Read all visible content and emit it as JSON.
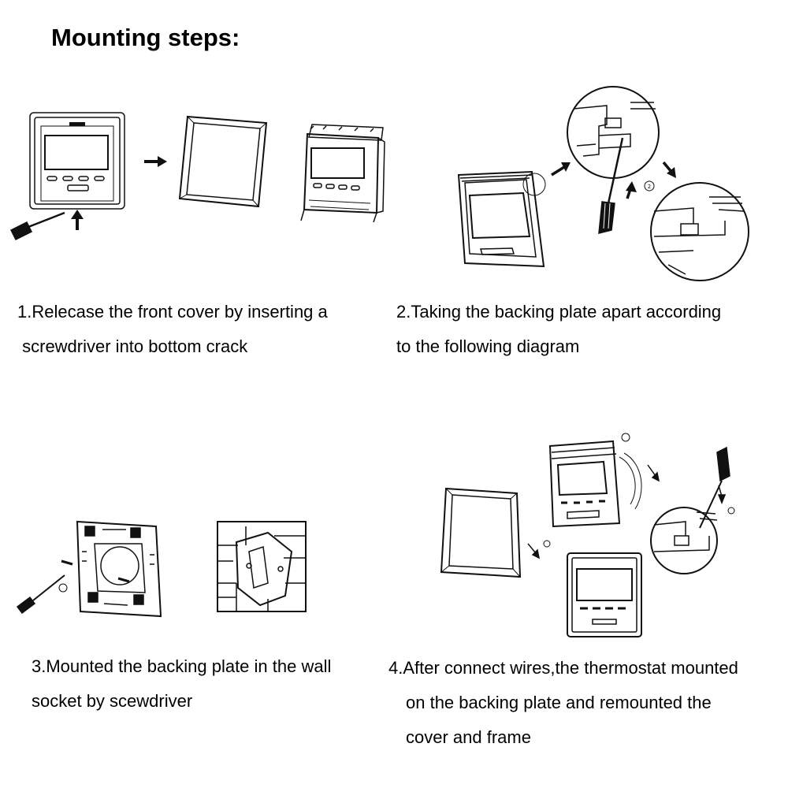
{
  "title": "Mounting steps:",
  "steps": [
    {
      "lines": [
        "1.Relecase the front cover by inserting a",
        " screwdriver into bottom crack"
      ]
    },
    {
      "lines": [
        "2.Taking the backing plate apart according",
        "to the following diagram"
      ]
    },
    {
      "lines": [
        "3.Mounted the backing plate in the wall",
        "socket by scewdriver"
      ]
    },
    {
      "lines": [
        "4.After connect wires,the thermostat mounted",
        "on the backing plate and remounted the",
        "cover and frame"
      ]
    }
  ],
  "figures": {
    "step1": [
      "thermostat-front-view",
      "screwdriver-icon",
      "arrow-up-icon",
      "arrow-right-icon",
      "front-frame",
      "thermostat-body"
    ],
    "step2": [
      "thermostat-angled",
      "zoom-detail-latch-closed",
      "zoom-detail-latch-open",
      "screwdriver-icon",
      "arrow-icons",
      "step-number-marker"
    ],
    "step3": [
      "backing-plate",
      "screws",
      "screwdriver-icon",
      "wall-socket-box"
    ],
    "step4": [
      "thermostat-body-angled",
      "zoom-detail-latch",
      "screwdriver-icon",
      "front-frame",
      "assembled-thermostat",
      "arrow-icons"
    ]
  }
}
